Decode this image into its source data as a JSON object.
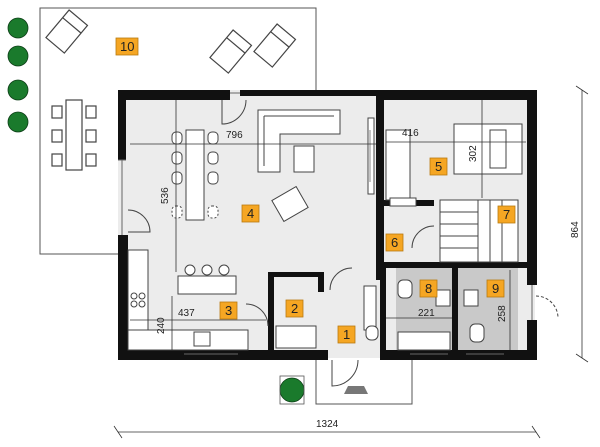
{
  "rooms": [
    {
      "id": "1",
      "label": "1"
    },
    {
      "id": "2",
      "label": "2"
    },
    {
      "id": "3",
      "label": "3"
    },
    {
      "id": "4",
      "label": "4"
    },
    {
      "id": "5",
      "label": "5"
    },
    {
      "id": "6",
      "label": "6"
    },
    {
      "id": "7",
      "label": "7"
    },
    {
      "id": "8",
      "label": "8"
    },
    {
      "id": "9",
      "label": "9"
    },
    {
      "id": "10",
      "label": "10"
    }
  ],
  "dimensions": {
    "living_width": "796",
    "living_depth": "536",
    "bedroom_width": "416",
    "bedroom_depth": "302",
    "kitchen_width": "437",
    "kitchen_depth": "240",
    "bath_width": "221",
    "wc_depth": "258",
    "total_width": "1324",
    "total_depth": "864"
  },
  "colors": {
    "room_tag": "#f5a623",
    "wall": "#111111",
    "floor": "#ececec",
    "wet_floor": "#c9c9c9",
    "plant": "#1a7a2c"
  }
}
